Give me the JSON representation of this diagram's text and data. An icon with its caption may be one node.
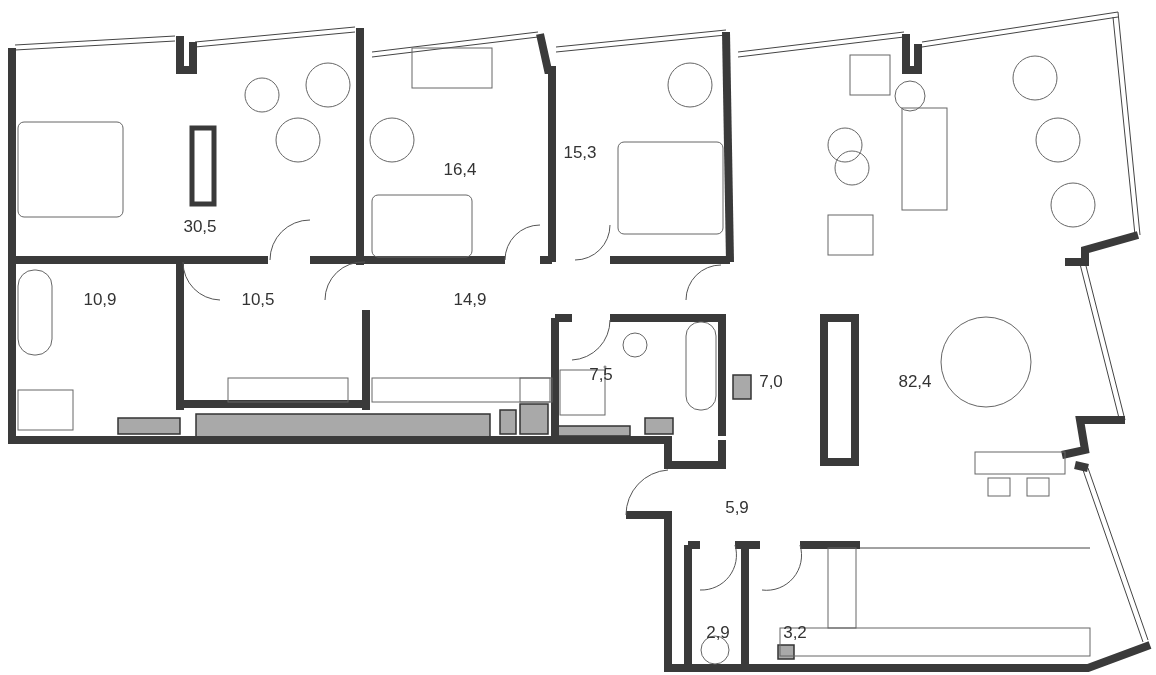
{
  "diagram": {
    "labels": [
      "30,5",
      "16,4",
      "15,3",
      "10,9",
      "10,5",
      "14,9",
      "7,5",
      "7,0",
      "82,4",
      "5,9",
      "2,9",
      "3,2"
    ]
  }
}
